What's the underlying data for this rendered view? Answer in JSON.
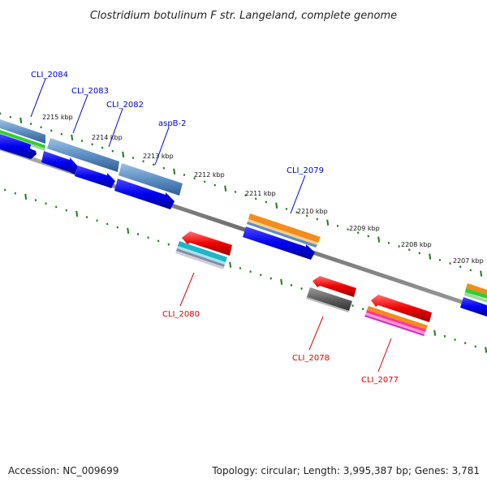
{
  "title": "Clostridium botulinum F str. Langeland, complete genome",
  "footer": {
    "accession": "Accession: NC_009699",
    "topology": "Topology: circular; Length: 3,995,387 bp; Genes: 3,781"
  },
  "colors": {
    "backbone": "#7a7a7a",
    "tick": "#1e7a1e",
    "forward_label": "#0000cc",
    "reverse_label": "#dd0000"
  },
  "kbp_labels": [
    "2215 kbp",
    "2214 kbp",
    "2213 kbp",
    "2212 kbp",
    "2211 kbp",
    "2210 kbp",
    "2209 kbp",
    "2208 kbp",
    "2207 kbp"
  ],
  "genes_forward": [
    {
      "name": "CLI_2084",
      "color": "blue"
    },
    {
      "name": "CLI_2083",
      "color": "blue"
    },
    {
      "name": "CLI_2082",
      "color": "blue"
    },
    {
      "name": "aspB-2",
      "color": "blue"
    },
    {
      "name": "CLI_2079",
      "color": "blue"
    }
  ],
  "genes_reverse": [
    {
      "name": "CLI_2080",
      "color": "red"
    },
    {
      "name": "CLI_2078",
      "color": "red"
    },
    {
      "name": "CLI_2077",
      "color": "red"
    }
  ]
}
